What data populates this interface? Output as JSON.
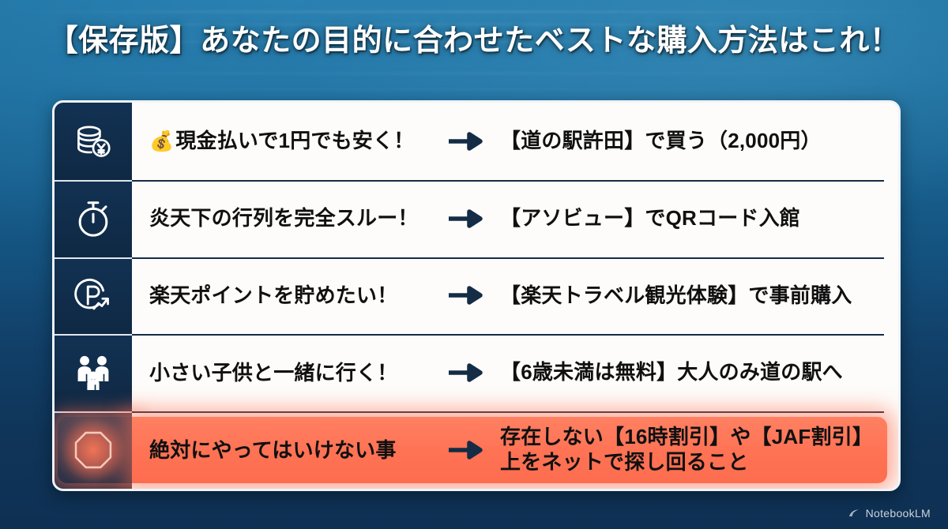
{
  "title": "【保存版】あなたの目的に合わせたベストな購入方法はこれ！",
  "colors": {
    "background_top": "#1b6f9e",
    "background_bottom": "#0e3053",
    "card_background": "#fdfcfa",
    "icon_column": "#0f2944",
    "highlight": "#ff7254",
    "arrow": "#142c45",
    "text": "#101010"
  },
  "rows": [
    {
      "icon": "coin-stack-yen-icon",
      "emoji": "💰",
      "goal": "現金払いで1円でも安く！",
      "arrow": "→",
      "answer": "【道の駅許田】で買う（2,000円）",
      "highlighted": false
    },
    {
      "icon": "stopwatch-icon",
      "emoji": "",
      "goal": "炎天下の行列を完全スルー！",
      "arrow": "→",
      "answer": "【アソビュー】でQRコード入館",
      "highlighted": false
    },
    {
      "icon": "point-chart-icon",
      "emoji": "",
      "goal": "楽天ポイントを貯めたい！",
      "arrow": "→",
      "answer": "【楽天トラベル観光体験】で事前購入",
      "highlighted": false
    },
    {
      "icon": "family-icon",
      "emoji": "",
      "goal": "小さい子供と一緒に行く！",
      "arrow": "→",
      "answer": "【6歳未満は無料】大人のみ道の駅へ",
      "highlighted": false
    },
    {
      "icon": "stop-octagon-icon",
      "emoji": "",
      "goal": "絶対にやってはいけない事",
      "arrow": "→",
      "answer": "存在しない【16時割引】や【JAF割引】上をネットで探し回ること",
      "highlighted": true
    }
  ],
  "watermark": {
    "icon": "notebooklm-logo-icon",
    "label": "NotebookLM"
  }
}
